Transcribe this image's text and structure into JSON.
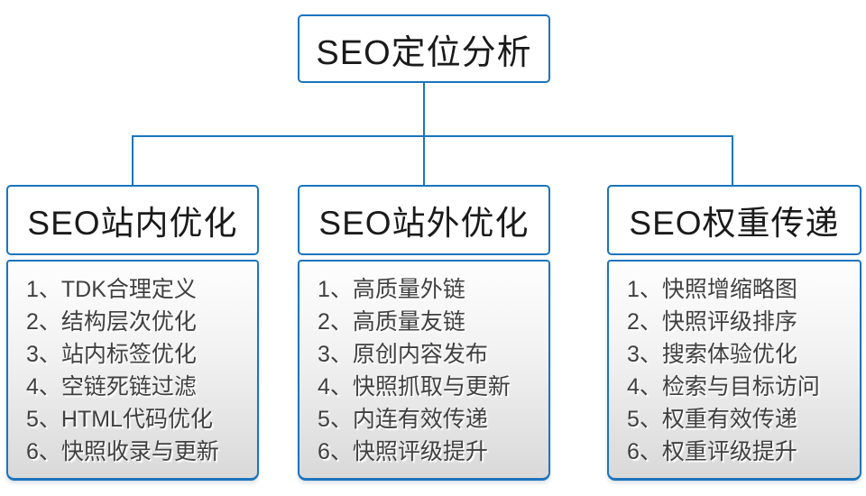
{
  "colors": {
    "line_blue": "#1b74bc",
    "border_blue": "#1b74bc",
    "header_text": "#1a1a1a",
    "item_text": "#404040",
    "body_gradient_top": "#fefefe",
    "body_gradient_bottom": "#d9d9d9"
  },
  "root": {
    "title": "SEO定位分析"
  },
  "branches": [
    {
      "title": "SEO站内优化",
      "items": [
        "1、TDK合理定义",
        "2、结构层次优化",
        "3、站内标签优化",
        "4、空链死链过滤",
        "5、HTML代码优化",
        "6、快照收录与更新"
      ]
    },
    {
      "title": "SEO站外优化",
      "items": [
        "1、高质量外链",
        "2、高质量友链",
        "3、原创内容发布",
        "4、快照抓取与更新",
        "5、内连有效传递",
        "6、快照评级提升"
      ]
    },
    {
      "title": "SEO权重传递",
      "items": [
        "1、快照增缩略图",
        "2、快照评级排序",
        "3、搜索体验优化",
        "4、检索与目标访问",
        "5、权重有效传递",
        "6、权重评级提升"
      ]
    }
  ]
}
